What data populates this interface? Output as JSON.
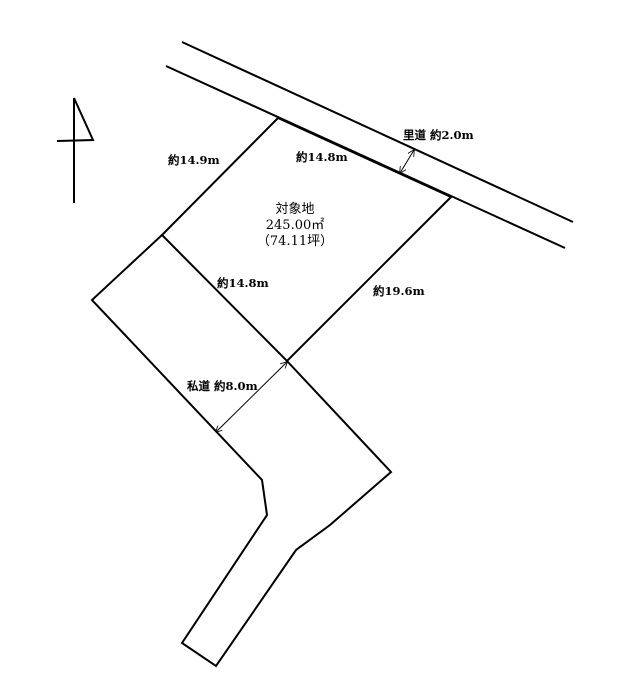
{
  "labels": {
    "road_public": "里道 約2.0m",
    "top_edge": "約14.8m",
    "left_edge": "約14.9m",
    "inner_edge": "約14.8m",
    "right_edge": "約19.6m",
    "road_private": "私道 約8.0m"
  },
  "subject": {
    "title": "対象地",
    "area_sqm": "245.00㎡",
    "area_tsubo": "（74.11坪）"
  }
}
